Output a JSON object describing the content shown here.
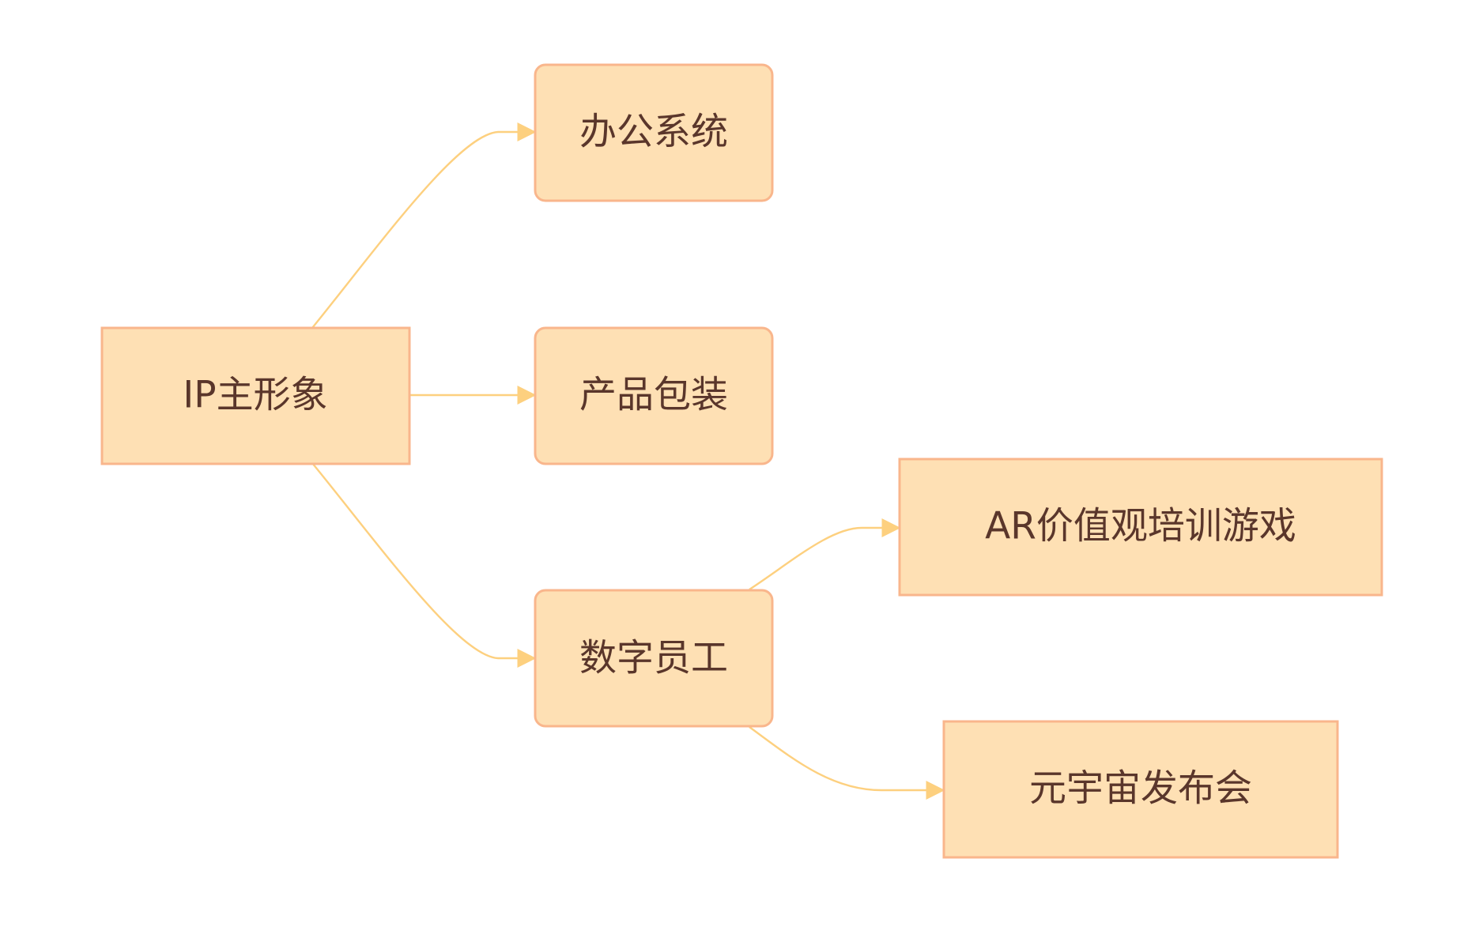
{
  "diagram": {
    "nodes": {
      "root": {
        "label": "IP主形象"
      },
      "office": {
        "label": "办公系统"
      },
      "packaging": {
        "label": "产品包装"
      },
      "digital": {
        "label": "数字员工"
      },
      "ar_game": {
        "label": "AR价值观培训游戏"
      },
      "metaverse": {
        "label": "元宇宙发布会"
      }
    },
    "edges": [
      {
        "from": "IP主形象",
        "to": "办公系统"
      },
      {
        "from": "IP主形象",
        "to": "产品包装"
      },
      {
        "from": "IP主形象",
        "to": "数字员工"
      },
      {
        "from": "数字员工",
        "to": "AR价值观培训游戏"
      },
      {
        "from": "数字员工",
        "to": "元宇宙发布会"
      }
    ],
    "colors": {
      "node_fill": "#fee0b4",
      "node_border": "#f9b68c",
      "edge": "#fdd07f",
      "text": "#5a362b"
    }
  }
}
